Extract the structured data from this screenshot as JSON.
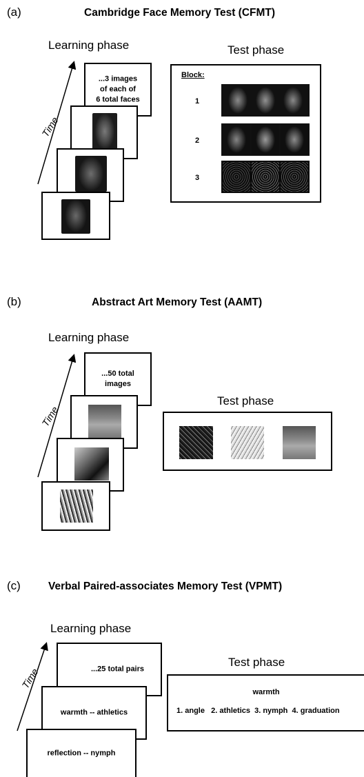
{
  "panel_a": {
    "letter": "(a)",
    "title": "Cambridge Face Memory Test (CFMT)",
    "learning_label": "Learning phase",
    "test_label": "Test phase",
    "time_label": "Time",
    "stack_top_text": "...3 images\nof each of\n6 total faces",
    "block_header": "Block:",
    "blocks": [
      "1",
      "2",
      "3"
    ]
  },
  "panel_b": {
    "letter": "(b)",
    "title": "Abstract Art Memory Test (AAMT)",
    "learning_label": "Learning phase",
    "test_label": "Test phase",
    "time_label": "Time",
    "stack_top_text": "...50 total\nimages"
  },
  "panel_c": {
    "letter": "(c)",
    "title": "Verbal Paired-associates Memory Test (VPMT)",
    "learning_label": "Learning phase",
    "test_label": "Test phase",
    "time_label": "Time",
    "stack_top_text": "...25 total pairs",
    "stack_mid_text": "warmth -- athletics",
    "stack_bottom_text": "reflection -- nymph",
    "test_cue": "warmth",
    "test_options": "1. angle   2. athletics  3. nymph  4. graduation"
  }
}
